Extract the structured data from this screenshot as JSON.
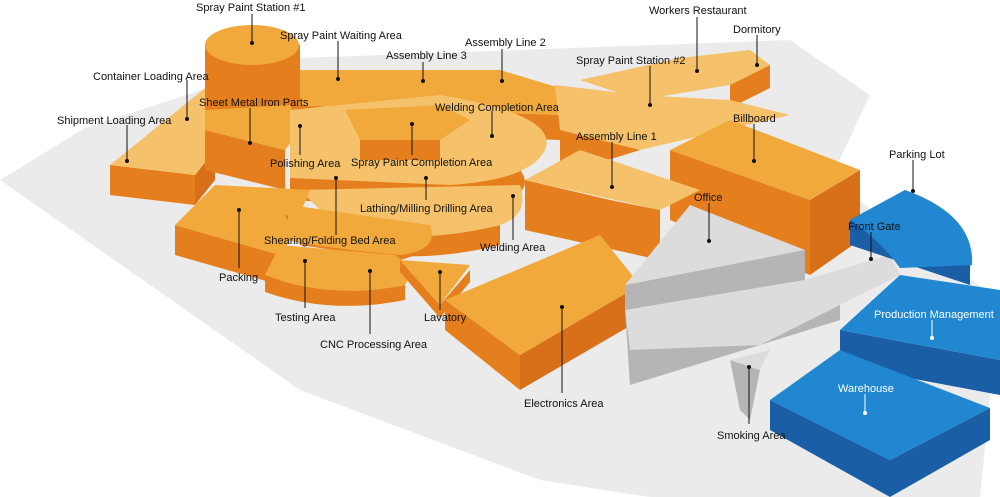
{
  "colors": {
    "ground": "#ebebeb",
    "orange_top": "#f2a93b",
    "orange_light_top": "#f5c26b",
    "orange_side": "#e57f1d",
    "orange_side_dark": "#d8701a",
    "gray_top": "#dcdcdc",
    "gray_side": "#b5b5b5",
    "blue_top": "#2187d0",
    "blue_side": "#1a5fa6"
  },
  "labels": {
    "spray_paint_station_1": "Spray Paint Station #1",
    "spray_paint_waiting_area": "Spray Paint Waiting Area",
    "assembly_line_3": "Assembly Line 3",
    "assembly_line_2": "Assembly Line 2",
    "workers_restaurant": "Workers Restaurant",
    "dormitory": "Dormitory",
    "container_loading_area": "Container Loading Area",
    "sheet_metal_iron_parts": "Sheet Metal Iron Parts",
    "spray_paint_station_2": "Spray Paint Station #2",
    "welding_completion_area": "Welding Completion Area",
    "shipment_loading_area": "Shipment Loading Area",
    "billboard": "Billboard",
    "assembly_line_1": "Assembly Line 1",
    "polishing_area": "Polishing Area",
    "spray_paint_completion_area": "Spray Paint Completion Area",
    "parking_lot": "Parking Lot",
    "office": "Office",
    "lathing_milling_drilling_area": "Lathing/Milling Drilling Area",
    "front_gate": "Front Gate",
    "shearing_folding_bed_area": "Shearing/Folding Bed Area",
    "welding_area": "Welding Area",
    "packing": "Packing",
    "production_management": "Production Management",
    "testing_area": "Testing Area",
    "lavatory": "Lavatory",
    "cnc_processing_area": "CNC Processing Area",
    "warehouse": "Warehouse",
    "electronics_area": "Electronics Area",
    "smoking_area": "Smoking Area"
  }
}
